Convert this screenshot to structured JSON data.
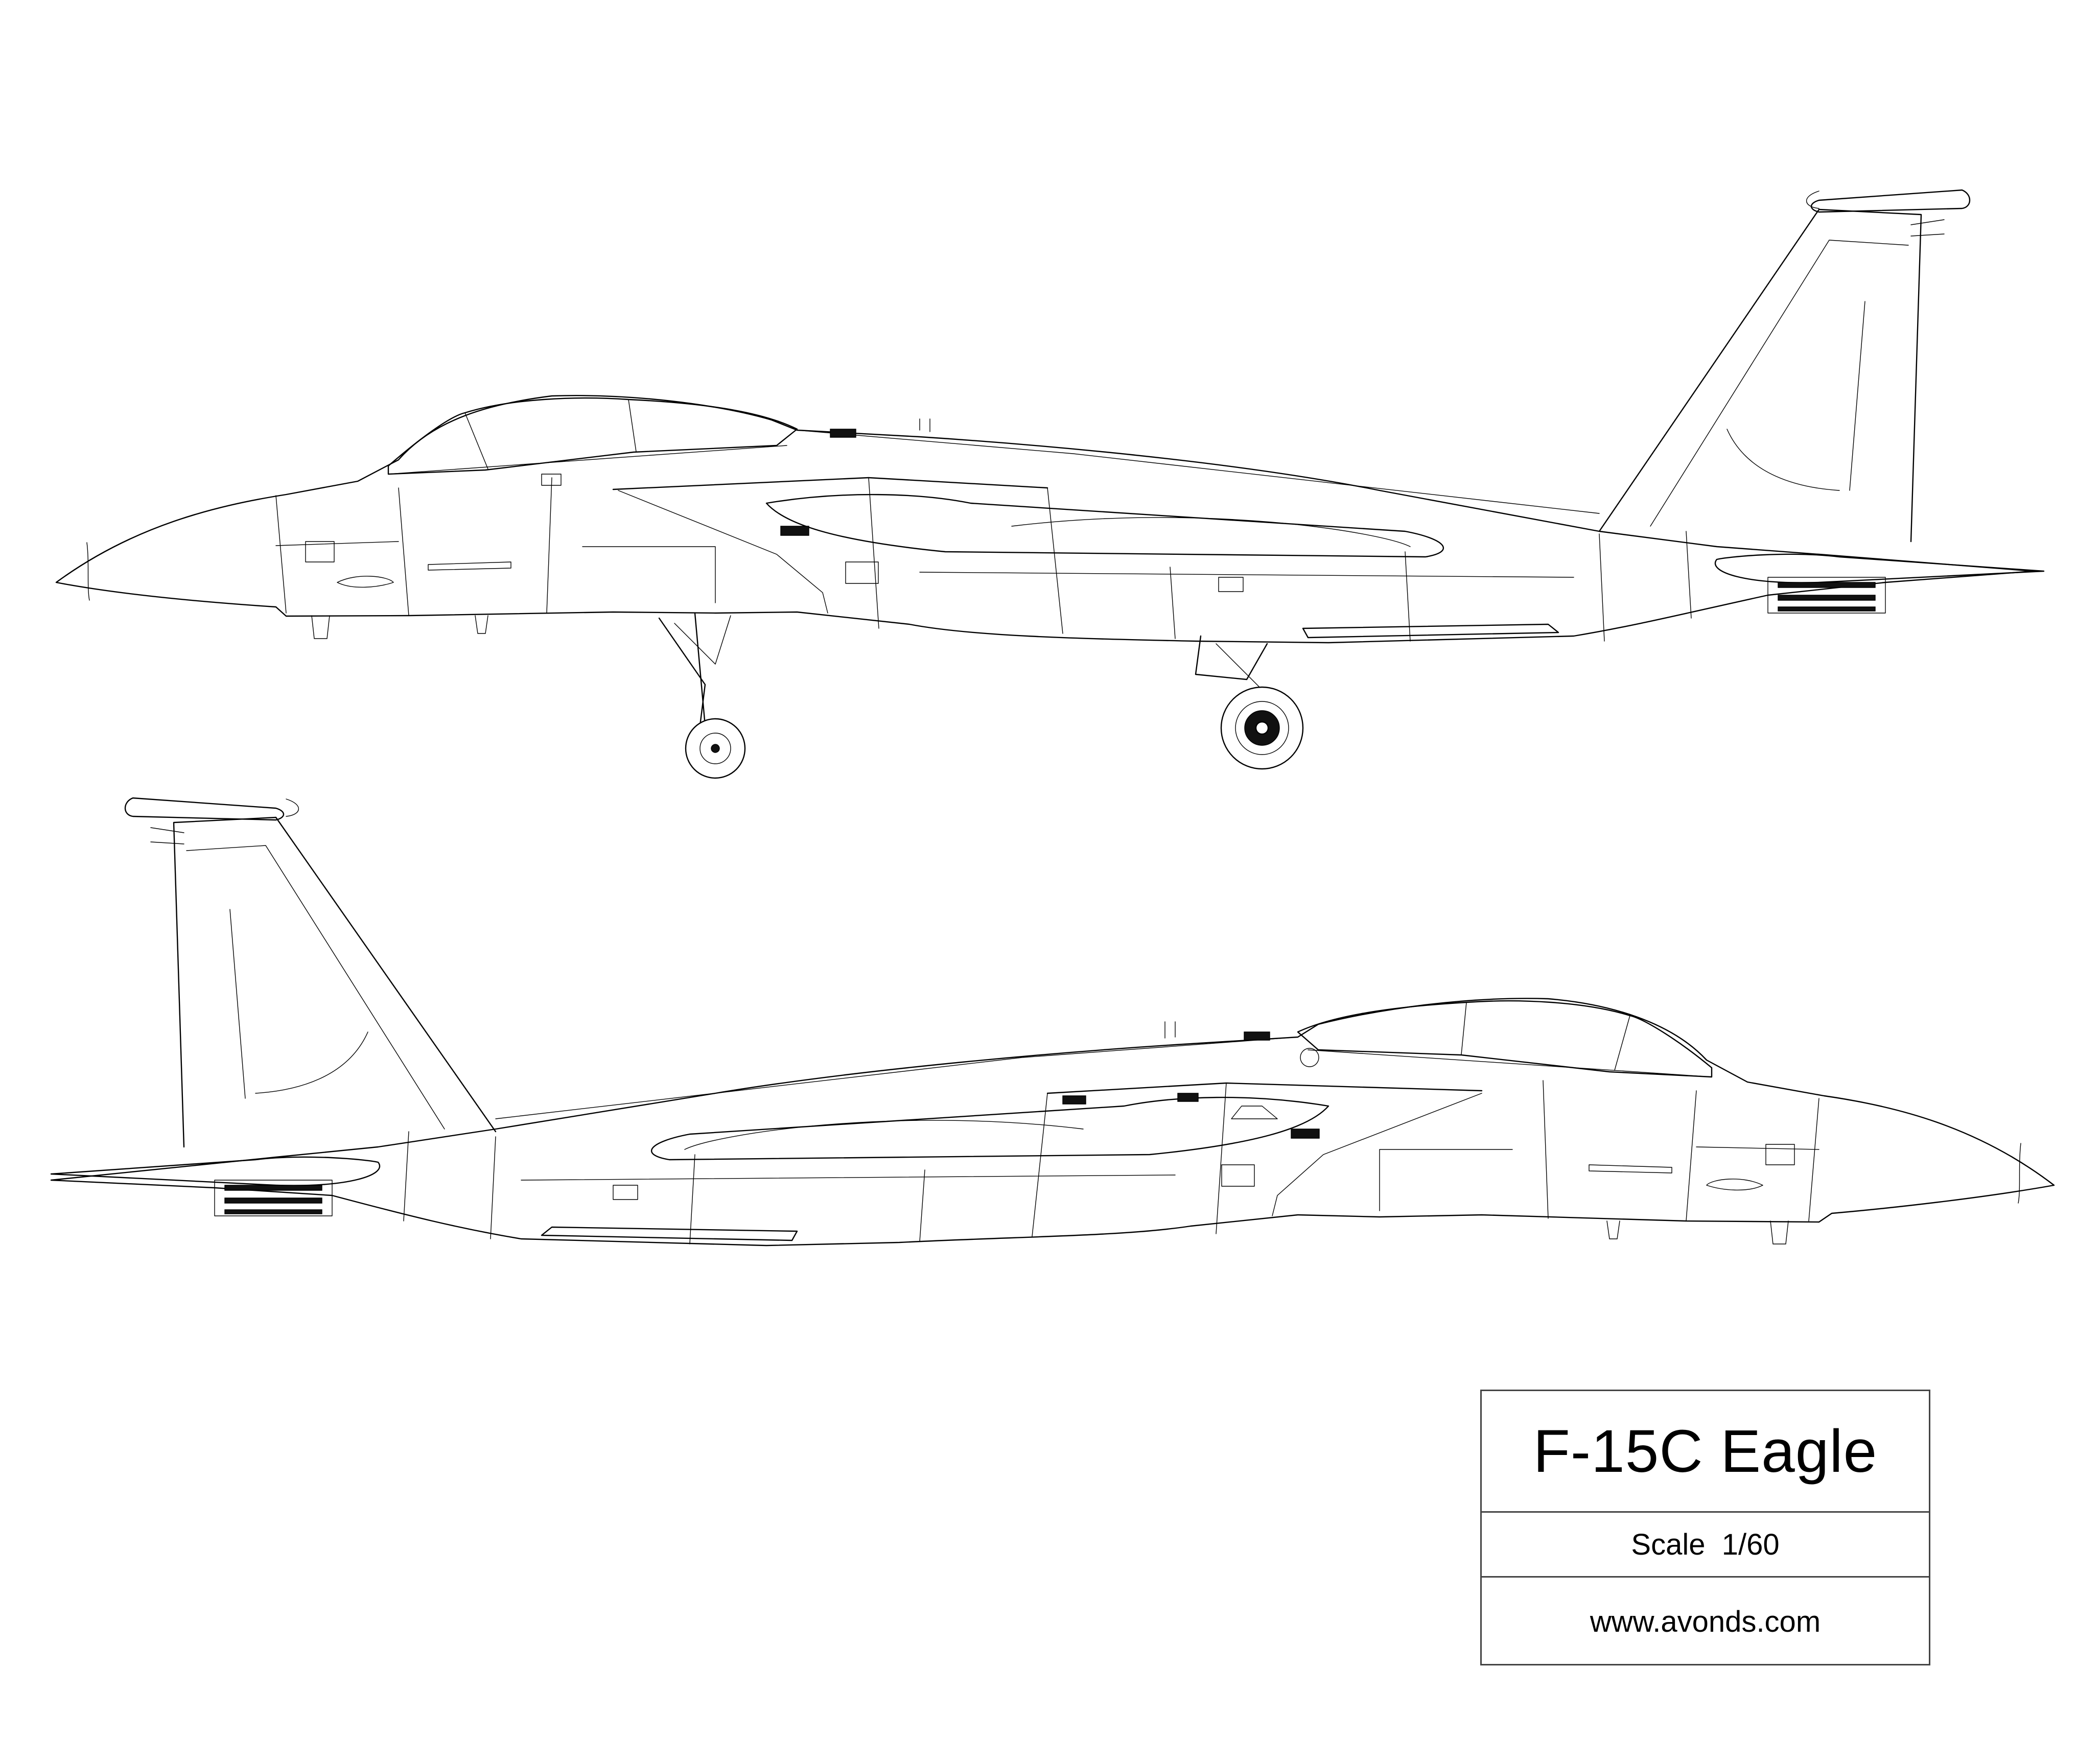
{
  "title_block": {
    "title": "F-15C Eagle",
    "scale": "Scale  1/60",
    "website": "www.avonds.com"
  },
  "views": [
    {
      "id": "left-side-view",
      "landing_gear": "deployed"
    },
    {
      "id": "right-side-view",
      "landing_gear": "retracted"
    }
  ],
  "colors": {
    "line": "#000000",
    "background": "#ffffff",
    "frame": "#444444"
  }
}
